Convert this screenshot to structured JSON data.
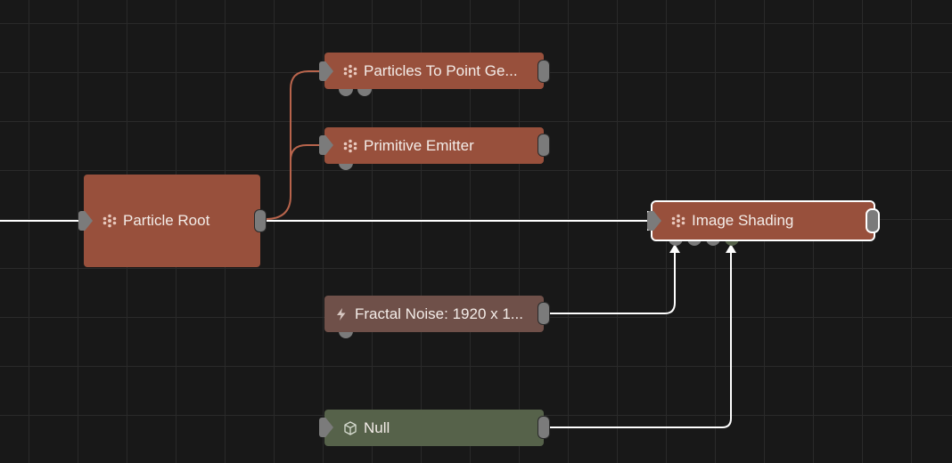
{
  "colors": {
    "background": "#181818",
    "grid": "#2a2a2a",
    "particle_node": "#98503c",
    "noise_node": "#6f5049",
    "null_node": "#56624a",
    "wire_white": "#ffffff",
    "wire_orange": "#b8644c"
  },
  "nodes": {
    "particle_root": {
      "label": "Particle Root",
      "icon": "particle-icon"
    },
    "particles_to_point": {
      "label": "Particles To Point Ge...",
      "icon": "particle-icon"
    },
    "primitive_emitter": {
      "label": "Primitive Emitter",
      "icon": "particle-icon"
    },
    "image_shading": {
      "label": "Image Shading",
      "icon": "particle-icon"
    },
    "fractal_noise": {
      "label": "Fractal Noise: 1920 x 1...",
      "icon": "lightning-icon"
    },
    "null": {
      "label": "Null",
      "icon": "cube-icon"
    }
  }
}
